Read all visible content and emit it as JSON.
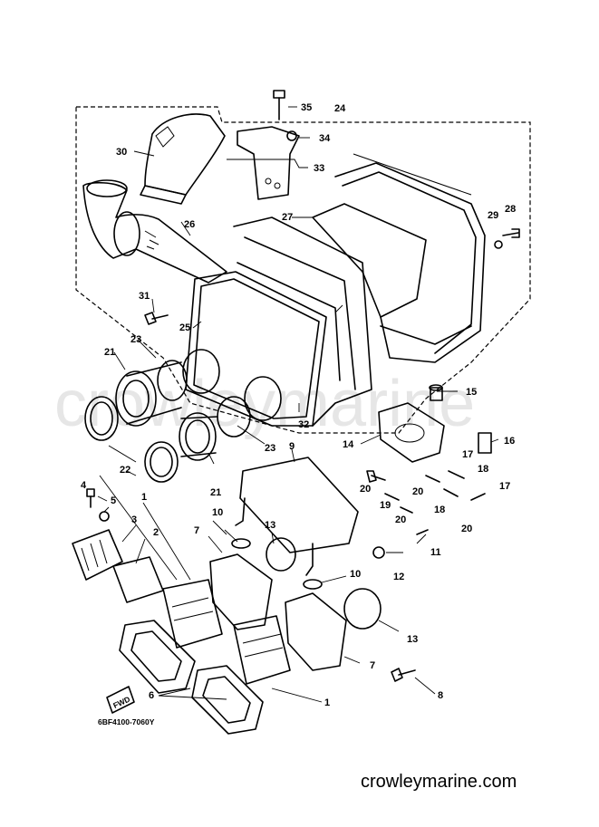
{
  "diagram": {
    "watermark": "crowleymarine",
    "footer_url": "crowleymarine.com",
    "drawing_code": "6BF4100-7060Y",
    "fwd_marker": "FWD",
    "callouts": [
      "1",
      "2",
      "3",
      "4",
      "5",
      "6",
      "7",
      "8",
      "9",
      "10",
      "11",
      "12",
      "13",
      "14",
      "15",
      "16",
      "17",
      "18",
      "19",
      "20",
      "21",
      "22",
      "23",
      "24",
      "25",
      "26",
      "27",
      "28",
      "29",
      "30",
      "31",
      "32",
      "33",
      "34",
      "35"
    ]
  },
  "colors": {
    "line": "#000000",
    "watermark": "#e6e6e6",
    "background": "#ffffff"
  }
}
